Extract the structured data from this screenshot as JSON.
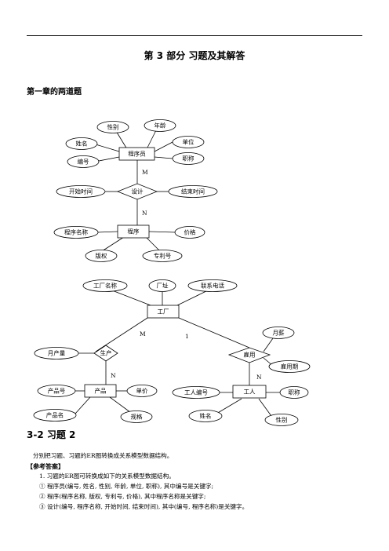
{
  "page": {
    "title": "第 3 部分  习题及其解答",
    "section1": "第一章的两道题",
    "section2": "3-2  习题 2",
    "intro": "分别把习题、习题的ER图转换成关系模型数据结构。",
    "answer_label": "【参考答案】",
    "item1": "1. 习题的ER图可转换成如下的关系模型数据结构。",
    "item2": "① 程序员(编号, 姓名, 性别, 年龄, 单位, 职称), 其中编号是关键字;",
    "item3": "② 程序(程序名称, 版权, 专利号, 价格), 其中程序名称是关键字;",
    "item4": "③ 设计(编号, 程序名称, 开始时间, 结束时间), 其中(编号, 程序名称)是关键字。"
  },
  "diagram1": {
    "entity_programmer": "程序员",
    "attr_gender": "性别",
    "attr_age": "年龄",
    "attr_name": "姓名",
    "attr_unit": "单位",
    "attr_id": "编号",
    "attr_title": "职称",
    "card_m": "M",
    "rel_design": "设计",
    "attr_start": "开始时间",
    "attr_end": "结束时间",
    "card_n": "N",
    "entity_program": "程序",
    "attr_prog_name": "程序名称",
    "attr_price": "价格",
    "attr_copyright": "版权",
    "attr_patent": "专利号"
  },
  "diagram2": {
    "attr_factory_name": "工厂名称",
    "attr_factory_addr": "厂址",
    "attr_phone": "联系电话",
    "entity_factory": "工厂",
    "card_m": "M",
    "card_1": "1",
    "rel_produce": "生产",
    "attr_monthly_output": "月产量",
    "rel_employ": "雇用",
    "attr_monthly_salary": "月薪",
    "attr_employ_period": "雇用期",
    "card_n_left": "N",
    "card_n_right": "N",
    "entity_product": "产品",
    "attr_product_no": "产品号",
    "attr_unit_price": "单价",
    "attr_product_name": "产品名",
    "attr_spec": "规格",
    "entity_worker": "工人",
    "attr_worker_no": "工人编号",
    "attr_title": "职称",
    "attr_name": "姓名",
    "attr_gender": "性别"
  }
}
